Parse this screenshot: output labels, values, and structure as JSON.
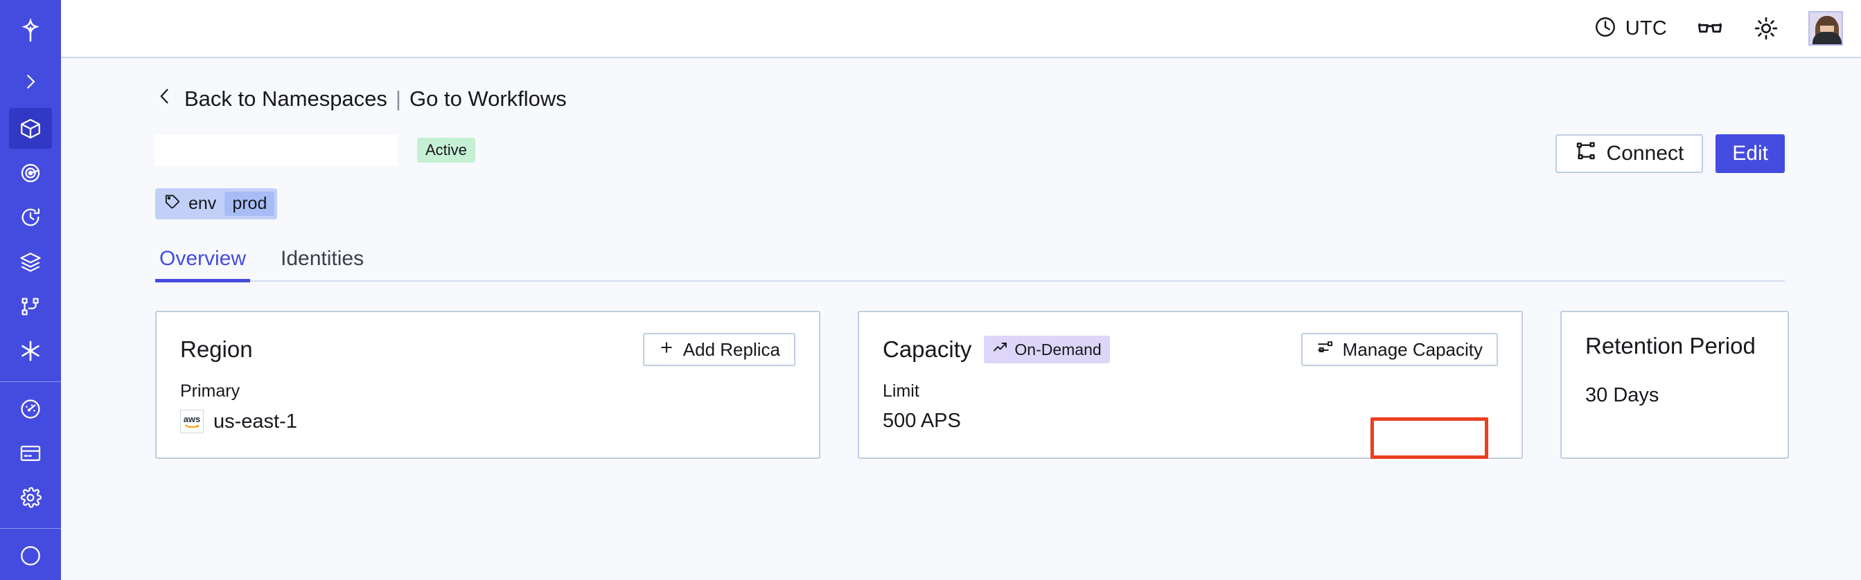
{
  "colors": {
    "sidebar_bg": "#444ce0",
    "sidebar_active": "#3138c4",
    "page_bg": "#f7f9fc",
    "card_border": "#bfcde4",
    "accent": "#444ce0",
    "status_green": "#c6f0d4",
    "tag_blue": "#c2d0f7",
    "tag_blue_value": "#a8bdf5",
    "pill_lavender": "#ddd6f8",
    "highlight_red": "#e8401f"
  },
  "sidebar": {
    "logo_icon": "temporal-logo-icon",
    "expand_icon": "chevron-right-icon",
    "items": [
      {
        "icon": "cube-icon",
        "name": "namespaces",
        "active": true
      },
      {
        "icon": "eye-spiral-icon",
        "name": "observability",
        "active": false
      },
      {
        "icon": "clock-history-icon",
        "name": "history",
        "active": false
      },
      {
        "icon": "layers-icon",
        "name": "layers",
        "active": false
      },
      {
        "icon": "git-branch-icon",
        "name": "schedules",
        "active": false
      },
      {
        "icon": "asterisk-icon",
        "name": "nexus",
        "active": false
      }
    ],
    "items_bottom": [
      {
        "icon": "gauge-icon",
        "name": "usage",
        "active": false
      },
      {
        "icon": "credit-card-icon",
        "name": "billing",
        "active": false
      },
      {
        "icon": "gear-icon",
        "name": "settings",
        "active": false
      }
    ]
  },
  "topbar": {
    "timezone_icon": "clock-icon",
    "timezone_label": "UTC",
    "glasses_icon": "glasses-icon",
    "theme_icon": "sun-icon",
    "avatar_icon": "user-avatar"
  },
  "breadcrumb": {
    "back_icon": "chevron-left-icon",
    "back_label": "Back to Namespaces",
    "separator": "|",
    "link_label": "Go to Workflows"
  },
  "namespace": {
    "name": "",
    "status": "Active",
    "tag": {
      "icon": "tag-icon",
      "key": "env",
      "value": "prod"
    }
  },
  "actions": {
    "connect_icon": "connect-icon",
    "connect_label": "Connect",
    "edit_label": "Edit"
  },
  "tabs": [
    {
      "label": "Overview",
      "active": true
    },
    {
      "label": "Identities",
      "active": false
    }
  ],
  "cards": {
    "region": {
      "title": "Region",
      "button_icon": "plus-icon",
      "button_label": "Add Replica",
      "sub_label": "Primary",
      "provider_icon": "aws-logo",
      "provider_text": "aws",
      "value": "us-east-1"
    },
    "capacity": {
      "title": "Capacity",
      "pill_icon": "trending-up-icon",
      "pill_label": "On-Demand",
      "button_icon": "sliders-icon",
      "button_label": "Manage Capacity",
      "sub_label": "Limit",
      "value": "500 APS"
    },
    "retention": {
      "title": "Retention Period",
      "value": "30 Days"
    }
  },
  "annotation": {
    "target": "manage-capacity-button",
    "color": "#e8401f"
  }
}
